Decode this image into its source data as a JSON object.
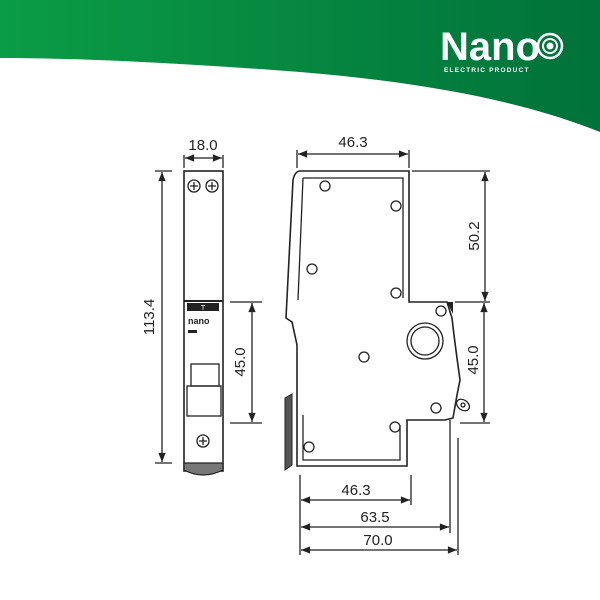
{
  "banner": {
    "brand": "Nano",
    "tagline": "ELECTRIC PRODUCT",
    "colors": {
      "gradient_start": "#0b9c46",
      "gradient_end": "#00723a"
    }
  },
  "front_view": {
    "label_tag": "T",
    "device_logo": "nano",
    "width_dim": "18.0",
    "height_dim": "113.4",
    "toggle_dim": "45.0"
  },
  "side_view": {
    "top_width_dim": "46.3",
    "upper_height_dim": "50.2",
    "lower_height_dim": "45.0",
    "bottom_width_dim": "46.3",
    "mid_width_dim": "63.5",
    "overall_width_dim": "70.0"
  }
}
